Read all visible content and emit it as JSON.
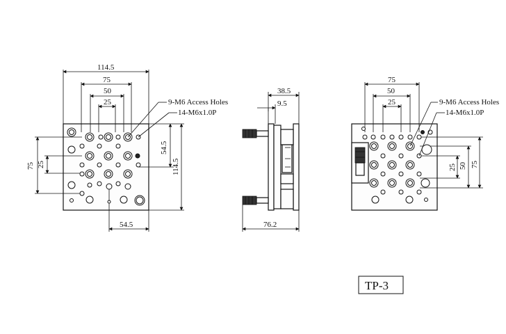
{
  "dimensions": {
    "front": {
      "top_overall": "114.5",
      "top_75": "75",
      "top_50": "50",
      "top_25": "25",
      "left_75": "75",
      "left_25": "25",
      "right_54": "54.5",
      "right_114": "114.5",
      "bottom_54": "54.5"
    },
    "side": {
      "top_38": "38.5",
      "top_9": "9.5",
      "bottom_76": "76.2"
    },
    "rear": {
      "top_75": "75",
      "top_50": "50",
      "top_25": "25",
      "right_25": "25",
      "right_50": "50",
      "right_75": "75"
    }
  },
  "callouts": {
    "access_holes": "9-M6 Access Holes",
    "tapped_holes": "14-M6x1.0P"
  },
  "model_tag": "TP-3"
}
